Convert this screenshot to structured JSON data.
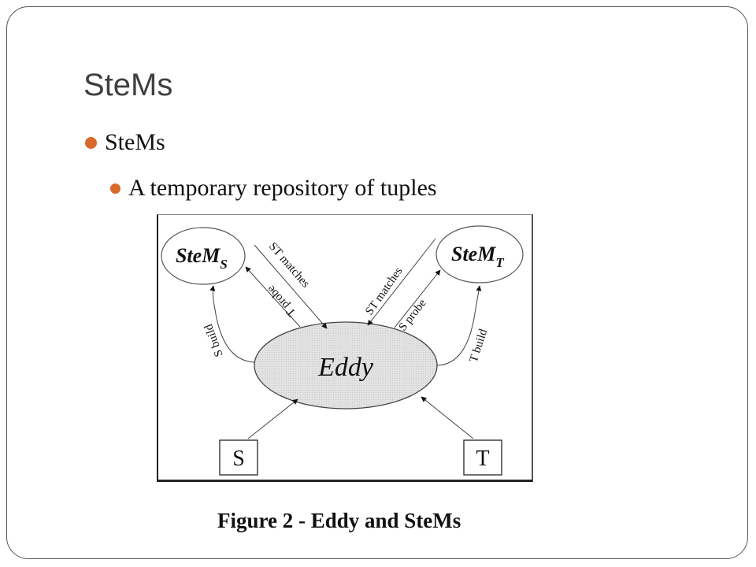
{
  "slide": {
    "title": "SteMs",
    "bullets": [
      {
        "text": "SteMs",
        "level": 1
      },
      {
        "text": "A temporary repository of tuples",
        "level": 2
      }
    ],
    "accent_color": "#d9692b",
    "title_color": "#3f3f3f"
  },
  "figure": {
    "nodes": {
      "stem_s": {
        "main": "SteM",
        "sub": "S"
      },
      "stem_t": {
        "main": "SteM",
        "sub": "T"
      },
      "eddy": "Eddy",
      "source_s": "S",
      "source_t": "T"
    },
    "edges": {
      "st_matches_left": "ST matches",
      "t_probe": "T probe",
      "s_build": "S build",
      "st_matches_right": "ST matches",
      "s_probe": "S probe",
      "t_build": "T build"
    },
    "eddy_fill": "#dcdcdc",
    "caption": "Figure 2 - Eddy and SteMs"
  }
}
